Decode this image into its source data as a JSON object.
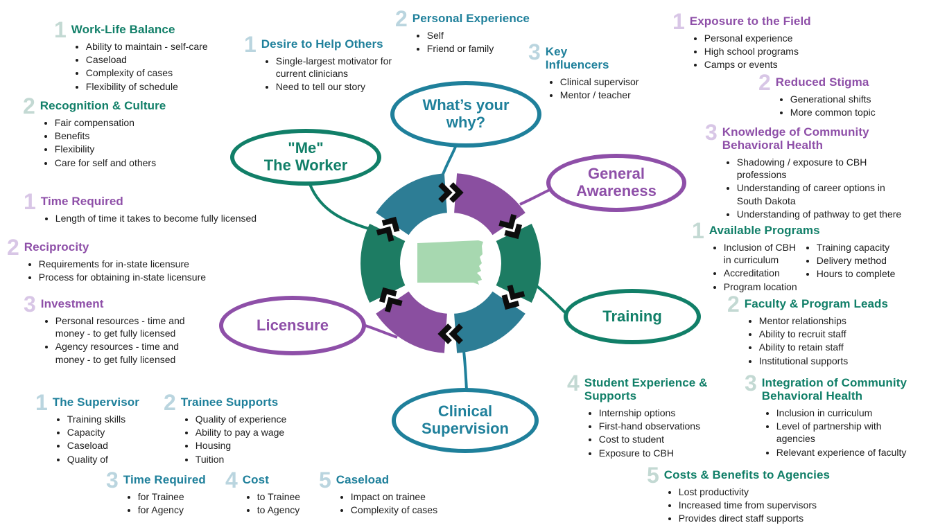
{
  "palette": {
    "green": "#117f68",
    "teal": "#1f809b",
    "purple": "#8e4fa8",
    "ring_green": "#1d7c63",
    "ring_teal": "#2d7d95",
    "ring_purple": "#8a4fa0",
    "num_green": "#c3d9d3",
    "num_teal": "#bad5df",
    "num_purple": "#d8c6e6",
    "state_fill": "#a7d8b0",
    "arrow": "#0d0d0d",
    "ink": "#1d1d1d"
  },
  "center": {
    "state_shape": "South Dakota"
  },
  "bubbles": [
    {
      "id": "me-worker",
      "theme": "green",
      "lines": [
        "\"Me\"",
        "The Worker"
      ]
    },
    {
      "id": "whats-your-why",
      "theme": "teal",
      "lines": [
        "What’s your",
        "why?"
      ]
    },
    {
      "id": "general-awareness",
      "theme": "purple",
      "lines": [
        "General",
        "Awareness"
      ]
    },
    {
      "id": "training",
      "theme": "green",
      "lines": [
        "Training"
      ]
    },
    {
      "id": "clinical-supervision",
      "theme": "teal",
      "lines": [
        "Clinical",
        "Supervision"
      ]
    },
    {
      "id": "licensure",
      "theme": "purple",
      "lines": [
        "Licensure"
      ]
    }
  ],
  "sections": [
    {
      "id": "work-life-balance",
      "number": "1",
      "theme": "green",
      "title": "Work-Life Balance",
      "bullets": [
        "Ability to maintain - self-care",
        "Caseload",
        "Complexity of cases",
        "Flexibility of schedule"
      ]
    },
    {
      "id": "recognition-culture",
      "number": "2",
      "theme": "green",
      "title": "Recognition & Culture",
      "bullets": [
        "Fair compensation",
        "Benefits",
        "Flexibility",
        "Care for self and others"
      ]
    },
    {
      "id": "desire-help-others",
      "number": "1",
      "theme": "teal",
      "title": "Desire to Help Others",
      "bullets": [
        "Single-largest motivator for current clinicians",
        "Need to tell our story"
      ]
    },
    {
      "id": "personal-experience",
      "number": "2",
      "theme": "teal",
      "title": "Personal Experience",
      "bullets": [
        "Self",
        "Friend or family"
      ]
    },
    {
      "id": "key-influencers",
      "number": "3",
      "theme": "teal",
      "title": "Key Influencers",
      "bullets": [
        "Clinical supervisor",
        "Mentor / teacher"
      ]
    },
    {
      "id": "exposure-field",
      "number": "1",
      "theme": "purple",
      "title": "Exposure to the Field",
      "bullets": [
        "Personal experience",
        "High school programs",
        "Camps or events"
      ]
    },
    {
      "id": "reduced-stigma",
      "number": "2",
      "theme": "purple",
      "title": "Reduced Stigma",
      "bullets": [
        "Generational shifts",
        "More common topic"
      ]
    },
    {
      "id": "knowledge-cbh",
      "number": "3",
      "theme": "purple",
      "title": "Knowledge of Community Behavioral Health",
      "bullets": [
        "Shadowing / exposure to CBH professions",
        "Understanding of career options in South Dakota",
        "Understanding of pathway to get there"
      ]
    },
    {
      "id": "time-required-licensure",
      "number": "1",
      "theme": "purple",
      "title": "Time Required",
      "bullets": [
        "Length of time it takes to become fully licensed"
      ]
    },
    {
      "id": "reciprocity",
      "number": "2",
      "theme": "purple",
      "title": "Reciprocity",
      "bullets": [
        "Requirements for in-state licensure",
        "Process for obtaining in-state licensure"
      ]
    },
    {
      "id": "investment",
      "number": "3",
      "theme": "purple",
      "title": "Investment",
      "bullets": [
        "Personal resources - time and money - to get fully licensed",
        "Agency resources - time and money - to get fully licensed"
      ]
    },
    {
      "id": "available-programs",
      "number": "1",
      "theme": "green",
      "title": "Available Programs",
      "columns": [
        [
          "Inclusion of CBH in curriculum",
          "Accreditation",
          "Program location"
        ],
        [
          "Training capacity",
          "Delivery method",
          "Hours to complete"
        ]
      ]
    },
    {
      "id": "faculty-program-leads",
      "number": "2",
      "theme": "green",
      "title": "Faculty & Program Leads",
      "bullets": [
        "Mentor relationships",
        "Ability to recruit staff",
        "Ability to retain staff",
        "Institutional supports"
      ]
    },
    {
      "id": "the-supervisor",
      "number": "1",
      "theme": "teal",
      "title": "The Supervisor",
      "bullets": [
        "Training skills",
        "Capacity",
        "Caseload",
        "Quality of"
      ]
    },
    {
      "id": "trainee-supports",
      "number": "2",
      "theme": "teal",
      "title": "Trainee Supports",
      "bullets": [
        "Quality of experience",
        "Ability to pay a wage",
        "Housing",
        "Tuition"
      ]
    },
    {
      "id": "time-required-supervision",
      "number": "3",
      "theme": "teal",
      "title": "Time Required",
      "bullets": [
        "for Trainee",
        "for Agency"
      ]
    },
    {
      "id": "cost",
      "number": "4",
      "theme": "teal",
      "title": "Cost",
      "bullets": [
        "to Trainee",
        "to Agency"
      ]
    },
    {
      "id": "caseload",
      "number": "5",
      "theme": "teal",
      "title": "Caseload",
      "bullets": [
        "Impact on trainee",
        "Complexity of cases"
      ]
    },
    {
      "id": "student-experience",
      "number": "4",
      "theme": "green",
      "title": "Student Experience & Supports",
      "bullets": [
        "Internship options",
        "First-hand observations",
        "Cost to student",
        "Exposure to CBH"
      ]
    },
    {
      "id": "integration-cbh",
      "number": "3",
      "theme": "green",
      "title": "Integration of Community Behavioral Health",
      "bullets": [
        "Inclusion in curriculum",
        "Level of partnership with agencies",
        "Relevant experience of faculty"
      ]
    },
    {
      "id": "costs-benefits",
      "number": "5",
      "theme": "green",
      "title": "Costs & Benefits to Agencies",
      "bullets": [
        "Lost productivity",
        "Increased time from supervisors",
        "Provides direct staff supports"
      ]
    }
  ]
}
